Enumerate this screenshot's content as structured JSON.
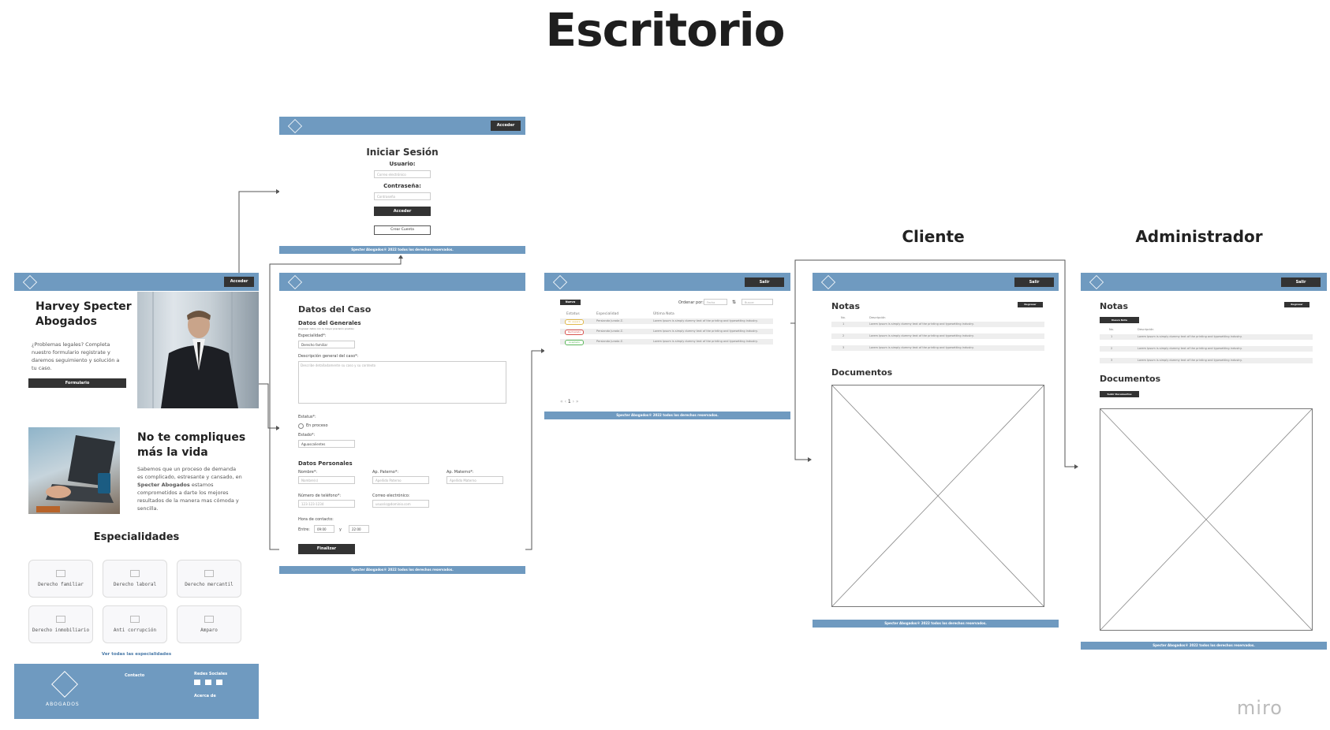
{
  "title": "Escritorio",
  "sections": {
    "client": "Cliente",
    "admin": "Administrador"
  },
  "watermark": "miro",
  "home": {
    "access_btn": "Acceder",
    "hero_title_1": "Harvey Specter",
    "hero_title_2": "Abogados",
    "hero_text": "¿Problemas legales? Completa nuestro formulario registrate y daremos seguimiento y solución a tu caso.",
    "form_btn": "Formulario",
    "promo_title_1": "No te compliques",
    "promo_title_2": "más la vida",
    "promo_text_a": "Sabemos que un proceso de demanda es complicado, estresante y cansado, en",
    "promo_text_b": "Specter Abogados",
    "promo_text_c": "estamos comprometidos a darte los mejores resultados de la manera mas cómoda y sencilla.",
    "specialties_title": "Especialidades",
    "specialties": [
      "Derecho familiar",
      "Derecho laboral",
      "Derecho mercantil",
      "Derecho inmobiliario",
      "Anti corrupción",
      "Amparo"
    ],
    "see_all": "Ver todas las especialidades",
    "footer_brand": "ABOGADOS",
    "footer_contact": "Contacto",
    "footer_social": "Redes Sociales",
    "footer_about": "Acerca de"
  },
  "login": {
    "access_btn": "Acceder",
    "title": "Iniciar Sesión",
    "user_label": "Usuario:",
    "user_placeholder": "Correo electrónico",
    "pass_label": "Contraseña:",
    "pass_placeholder": "Contraseña",
    "submit": "Acceder",
    "create": "Crear Cuenta",
    "footer": "Specter Abogados®    2022 todos los derechos reservados."
  },
  "case_form": {
    "title": "Datos del Caso",
    "general": "Datos del Generales",
    "general_sub": "(Ingresar datos con la mayor precisión posible)",
    "specialty_label": "Especialidad*:",
    "specialty_value": "Derecho familiar",
    "description_label": "Descripción general del caso*:",
    "description_placeholder": "Describe detalladamente su caso y su contexto",
    "status_label": "Estatus*:",
    "status_option": "En proceso",
    "state_label": "Estado*:",
    "state_value": "Aguascalientes",
    "personal": "Datos Personales",
    "name_label": "Nombre*:",
    "name_ph": "Nombre(s)",
    "ap_pat_label": "Ap. Paterno*:",
    "ap_pat_ph": "Apellido Paterno",
    "ap_mat_label": "Ap. Materno*:",
    "ap_mat_ph": "Apellido Materno",
    "phone_label": "Número de teléfono*:",
    "phone_ph": "123-123-1234",
    "email_label": "Correo electrónico:",
    "email_ph": "usuario@dominio.com",
    "hour_label": "Hora de contacto:",
    "between": "Entre:",
    "from": "09:00",
    "and": "y",
    "to": "22:00",
    "submit": "Finalizar",
    "footer": "Specter Abogados®    2022 todos los derechos reservados."
  },
  "list": {
    "exit": "Salir",
    "new": "Nuevo",
    "order_by": "Ordenar por:",
    "order_value": "Fecha",
    "search_ph": "Buscar",
    "headers": [
      "Estatus",
      "Especialidad",
      "Última Nota"
    ],
    "rows": [
      {
        "status": "En espera",
        "status_color": "#e0b84a",
        "specialty": "Persianda Jurada Z.",
        "note": "Lorem Ipsum is simply dummy text of the printing and typesetting industry."
      },
      {
        "status": "Rechazado",
        "status_color": "#d9534f",
        "specialty": "Persianda Jurada Z.",
        "note": "Lorem Ipsum is simply dummy text of the printing and typesetting industry."
      },
      {
        "status": "Aceptado",
        "status_color": "#5cb85c",
        "specialty": "Persianda Jurada Z.",
        "note": "Lorem Ipsum is simply dummy text of the printing and typesetting industry."
      }
    ],
    "page": "1",
    "footer": "Specter Abogados®    2022 todos los derechos reservados."
  },
  "client": {
    "exit": "Salir",
    "notes": "Notas",
    "add": "Regresar",
    "headers": [
      "No.",
      "Descripción"
    ],
    "rows": [
      {
        "no": "1",
        "text": "Lorem Ipsum is simply dummy text of the printing and typesetting industry."
      },
      {
        "no": "2",
        "text": "Lorem Ipsum is simply dummy text of the printing and typesetting industry."
      },
      {
        "no": "3",
        "text": "Lorem Ipsum is simply dummy text of the printing and typesetting industry."
      }
    ],
    "documents": "Documentos",
    "footer": "Specter Abogados®    2022 todos los derechos reservados."
  },
  "admin": {
    "exit": "Salir",
    "notes": "Notas",
    "back": "Regresar",
    "new_note": "Nueva Nota",
    "headers": [
      "No.",
      "Descripción"
    ],
    "rows": [
      {
        "no": "1",
        "text": "Lorem Ipsum is simply dummy text of the printing and typesetting industry."
      },
      {
        "no": "2",
        "text": "Lorem Ipsum is simply dummy text of the printing and typesetting industry."
      },
      {
        "no": "3",
        "text": "Lorem Ipsum is simply dummy text of the printing and typesetting industry."
      }
    ],
    "documents": "Documentos",
    "upload": "Subir Documentos",
    "footer": "Specter Abogados®    2022 todos los derechos reservados."
  }
}
